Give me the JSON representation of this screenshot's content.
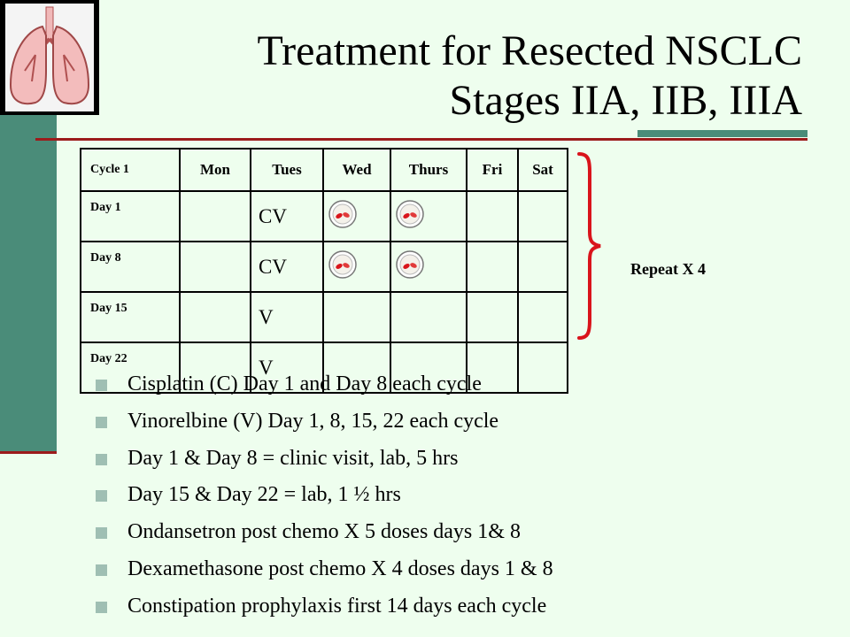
{
  "title": {
    "line1": "Treatment for Resected NSCLC",
    "line2": "Stages IIA, IIB, IIIA"
  },
  "logo": {
    "icon": "lungs-icon"
  },
  "schedule": {
    "headers": [
      "Cycle 1",
      "Mon",
      "Tues",
      "Wed",
      "Thurs",
      "Fri",
      "Sat"
    ],
    "rows": [
      {
        "day": "Day 1",
        "tues": "CV",
        "wed_pill": true,
        "thurs_pill": true
      },
      {
        "day": "Day 8",
        "tues": "CV",
        "wed_pill": true,
        "thurs_pill": true
      },
      {
        "day": "Day 15",
        "tues": "V",
        "wed_pill": false,
        "thurs_pill": false
      },
      {
        "day": "Day 22",
        "tues": "V",
        "wed_pill": false,
        "thurs_pill": false
      }
    ],
    "pill_icon": "pill-cup-icon"
  },
  "repeat_label": "Repeat X 4",
  "colors": {
    "accent_red": "#d9141b",
    "teal": "#4a8c79",
    "dark_red": "#9c1b1b",
    "background": "#eefeee"
  },
  "bullets": [
    "Cisplatin (C) Day 1 and Day 8 each cycle",
    "Vinorelbine (V) Day 1, 8, 15, 22 each cycle",
    "Day 1 & Day 8 = clinic visit, lab, 5 hrs",
    "Day 15 & Day 22 = lab, 1 ½ hrs",
    "Ondansetron post chemo X 5 doses days 1& 8",
    "Dexamethasone post chemo X 4 doses days 1 & 8",
    "Constipation prophylaxis first 14 days each cycle"
  ]
}
